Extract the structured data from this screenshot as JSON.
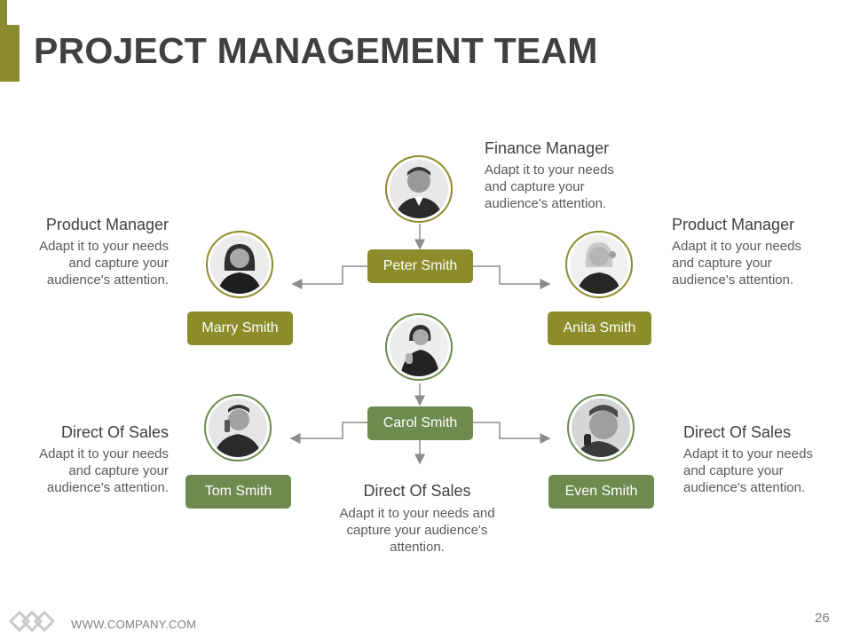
{
  "slide": {
    "title": "PROJECT MANAGEMENT TEAM",
    "footer_url": "WWW.COMPANY.COM",
    "page_number": "26",
    "colors": {
      "olive": "#8c8c2a",
      "green": "#6e8a4e",
      "text": "#404040",
      "arrow": "#8c8c8c"
    }
  },
  "roles": {
    "finance": {
      "title": "Finance  Manager",
      "desc": "Adapt it to your needs and capture your audience's attention."
    },
    "product_left": {
      "title": "Product Manager",
      "desc": "Adapt it to your needs and capture your audience's attention."
    },
    "product_right": {
      "title": "Product Manager",
      "desc": "Adapt it to your needs and capture your audience's attention."
    },
    "sales_left": {
      "title": "Direct Of Sales",
      "desc": "Adapt it to your needs and capture your audience's attention."
    },
    "sales_center": {
      "title": "Direct Of Sales",
      "desc": "Adapt it to your needs and capture your audience's attention."
    },
    "sales_right": {
      "title": "Direct Of Sales",
      "desc": "Adapt it to your needs and capture your audience's attention."
    }
  },
  "people": {
    "peter": "Peter Smith",
    "marry": "Marry Smith",
    "anita": "Anita Smith",
    "carol": "Carol Smith",
    "tom": "Tom Smith",
    "even": "Even Smith"
  },
  "icons": {
    "logo": "diamond-chain-logo-icon",
    "avatar": "person-avatar-icon"
  }
}
